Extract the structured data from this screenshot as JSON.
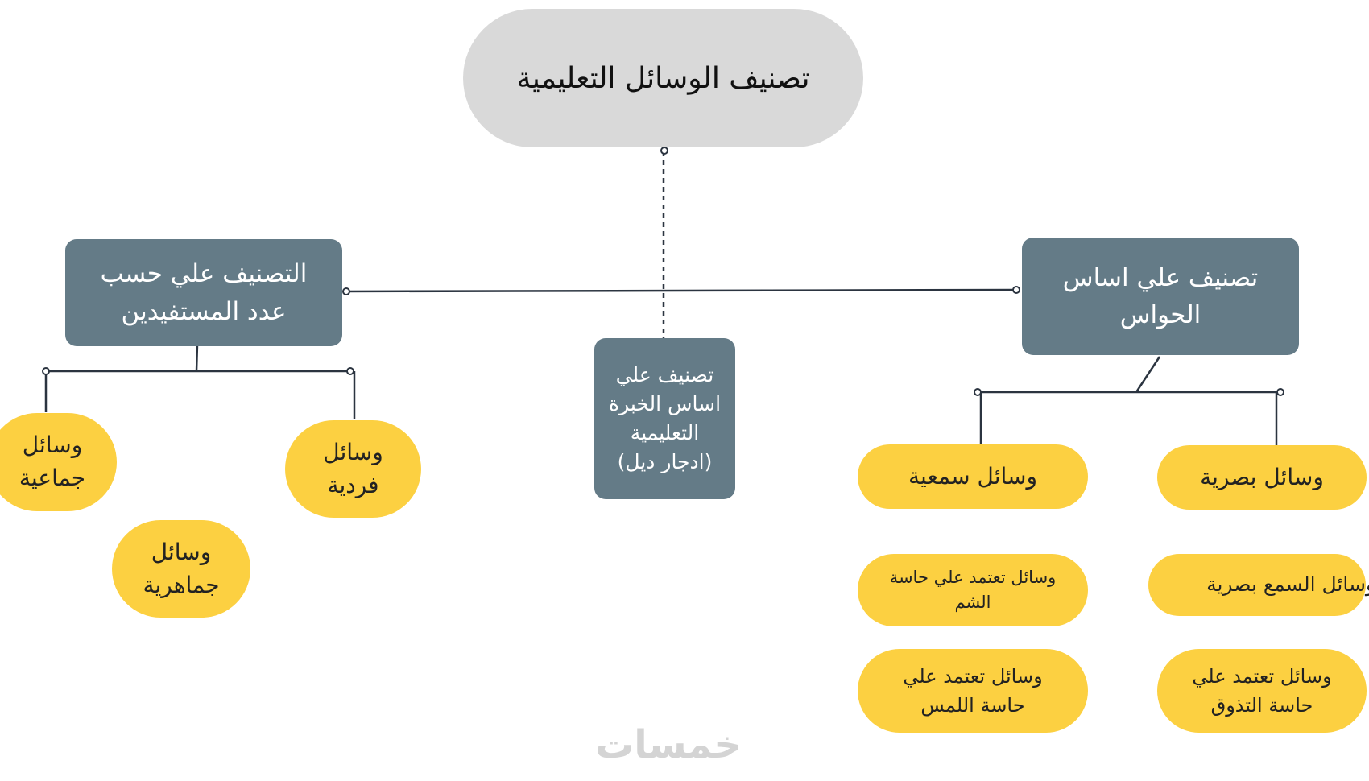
{
  "root": {
    "title": "تصنيف الوسائل التعليمية"
  },
  "categories": {
    "by_beneficiaries": {
      "label": "التصنيف علي حسب\nعدد المستفيدين"
    },
    "by_experience": {
      "label": "تصنيف علي\nاساس الخبرة\nالتعليمية\n(ادجار ديل)"
    },
    "by_senses": {
      "label": "تصنيف علي اساس\nالحواس"
    }
  },
  "leaves": {
    "collective": "وسائل\nجماعية",
    "individual": "وسائل\nفردية",
    "mass": "وسائل\nجماهرية",
    "auditory": "وسائل سمعية",
    "visual": "وسائل بصرية",
    "smell": "وسائل تعتمد علي حاسة\nالشم",
    "audio_visual": "وسائل السمع  بصرية",
    "touch": "وسائل تعتمد علي\nحاسة اللمس",
    "taste": "وسائل تعتمد علي\nحاسة التذوق"
  },
  "watermark": "خمسات",
  "colors": {
    "root_fill": "#d9d9d9",
    "category_fill": "#647b87",
    "leaf_fill": "#fcd041",
    "connector": "#2b3440"
  }
}
